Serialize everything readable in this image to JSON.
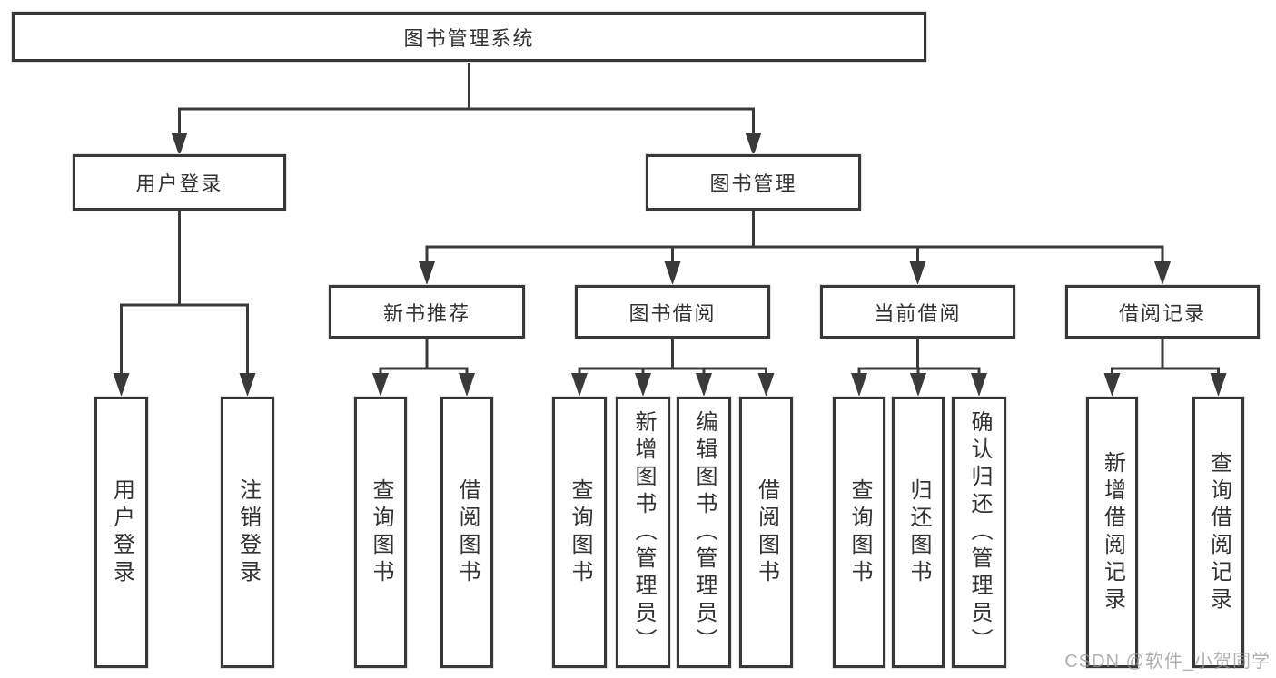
{
  "tree": {
    "label": "图书管理系统",
    "children": [
      {
        "label": "用户登录",
        "children": [
          {
            "label": "用户登录"
          },
          {
            "label": "注销登录"
          }
        ]
      },
      {
        "label": "图书管理",
        "children": [
          {
            "label": "新书推荐",
            "children": [
              {
                "label": "查询图书"
              },
              {
                "label": "借阅图书"
              }
            ]
          },
          {
            "label": "图书借阅",
            "children": [
              {
                "label": "查询图书"
              },
              {
                "label": "新增图书（管理员）"
              },
              {
                "label": "编辑图书（管理员）"
              },
              {
                "label": "借阅图书"
              }
            ]
          },
          {
            "label": "当前借阅",
            "children": [
              {
                "label": "查询图书"
              },
              {
                "label": "归还图书"
              },
              {
                "label": "确认归还（管理员）"
              }
            ]
          },
          {
            "label": "借阅记录",
            "children": [
              {
                "label": "新增借阅记录"
              },
              {
                "label": "查询借阅记录"
              }
            ]
          }
        ]
      }
    ]
  },
  "watermark": "CSDN @软件_小贺同学",
  "colors": {
    "line": "#3a3a3a",
    "text": "#333333",
    "watermark": "#969696"
  }
}
